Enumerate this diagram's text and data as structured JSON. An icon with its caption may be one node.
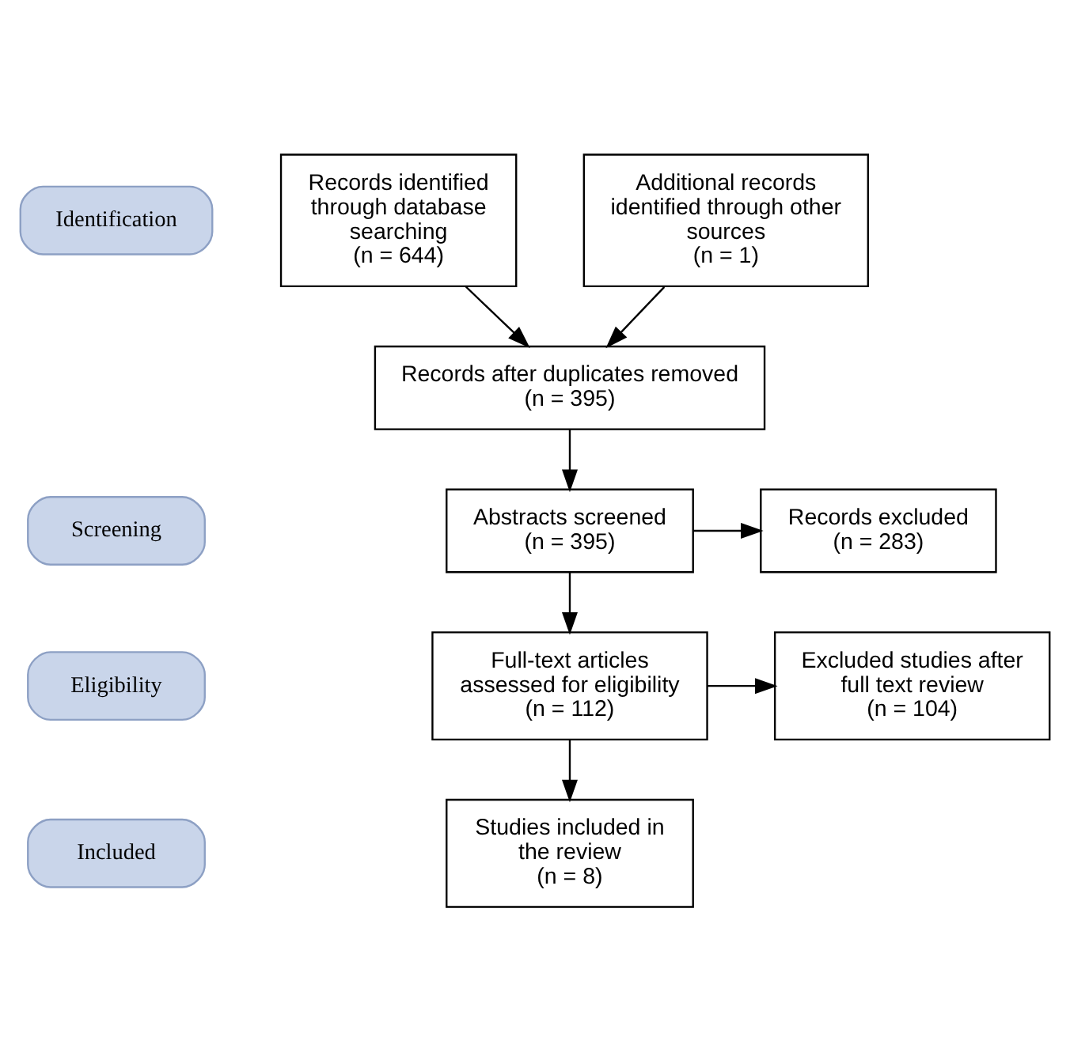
{
  "diagram": {
    "nodes": [
      {
        "text": [
          "Identification"
        ]
      },
      {
        "text": [
          "Screening"
        ]
      },
      {
        "text": [
          "Eligibility"
        ]
      },
      {
        "text": [
          "Included"
        ]
      },
      {
        "text": [
          "Records identified through database searching",
          "(n = 644)"
        ]
      },
      {
        "text": [
          "Additional records identified through other sources",
          "(n = 1)"
        ]
      },
      {
        "text": [
          "Records after duplicates removed",
          "(n = 395)"
        ]
      },
      {
        "text": [
          "Abstracts screened",
          "(n = 395)"
        ]
      },
      {
        "text": [
          "Records excluded",
          "(n = 283)"
        ]
      },
      {
        "text": [
          "Full-text articles assessed for eligibility",
          "(n = 112)"
        ]
      },
      {
        "text": [
          "Excluded studies after full text review",
          "(n = 104)"
        ]
      },
      {
        "text": [
          "Studies included in the review",
          "(n = 8)"
        ]
      }
    ],
    "edges": [
      {
        "from": 4,
        "to": 6,
        "arrow": "to"
      },
      {
        "from": 5,
        "to": 6,
        "arrow": "to"
      },
      {
        "from": 6,
        "to": 7,
        "arrow": "to"
      },
      {
        "from": 7,
        "to": 8,
        "arrow": "to"
      },
      {
        "from": 7,
        "to": 9,
        "arrow": "to"
      },
      {
        "from": 9,
        "to": 10,
        "arrow": "to"
      },
      {
        "from": 9,
        "to": 11,
        "arrow": "to"
      }
    ]
  }
}
